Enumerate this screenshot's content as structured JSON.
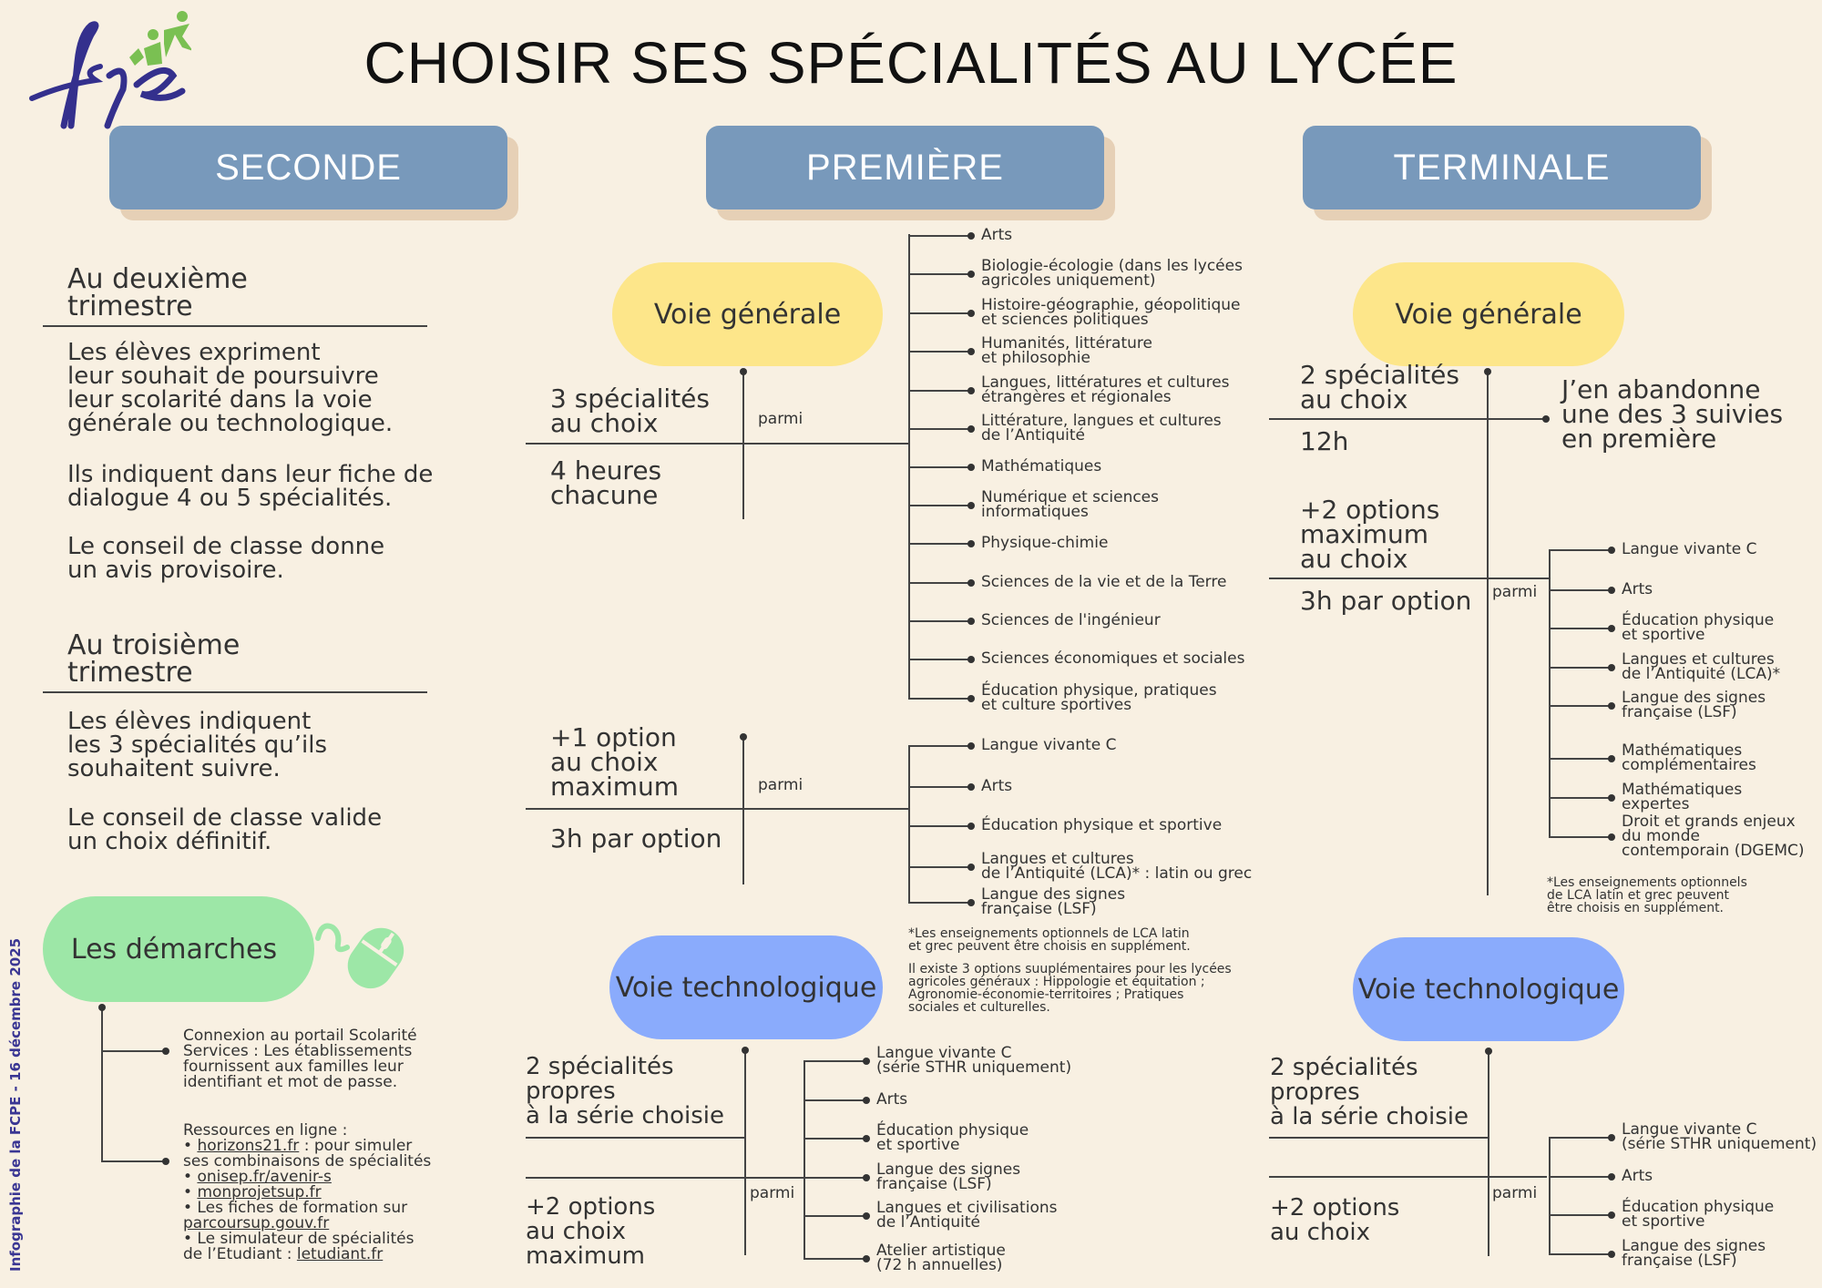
{
  "logo": {
    "text": "fcpe",
    "color": "#34308d",
    "accent": "#7ac052"
  },
  "title": "CHOISIR SES SPÉCIALITÉS AU LYCÉE",
  "side_caption": "Infographie de la FCPE - 16 décembre 2025",
  "colors": {
    "background": "#f8f0e2",
    "header": "#7899bb",
    "header_shadow": "#e6d0b6",
    "generale": "#fde68a",
    "technologique": "#8aabfc",
    "demarches": "#9de7a7"
  },
  "columns": {
    "seconde": {
      "header": "SECONDE",
      "t2_title": "Au deuxième\ntrimestre",
      "t2_p1": "Les élèves expriment\nleur souhait de poursuivre\nleur scolarité dans la voie\ngénérale ou technologique.",
      "t2_p2": "Ils indiquent dans leur fiche de\ndialogue 4 ou 5 spécialités.",
      "t2_p3": "Le conseil de classe donne\nun avis provisoire.",
      "t3_title": "Au troisième\ntrimestre",
      "t3_p1": "Les élèves indiquent\nles 3 spécialités qu’ils\nsouhaitent suivre.",
      "t3_p2": "Le conseil de classe valide\nun choix définitif.",
      "demarches": {
        "label": "Les démarches",
        "icon": "computer-mouse-icon",
        "item1": "Connexion au portail Scolarité Services : Les établissements fournissent aux familles leur identifiant et mot de passe.",
        "item2_title": "Ressources en ligne :",
        "links": [
          {
            "prefix": "• ",
            "link": "horizons21.fr",
            "suffix": " : pour simuler ses combinaisons de spécialités"
          },
          {
            "prefix": "• ",
            "link": "onisep.fr/avenir-s",
            "suffix": ""
          },
          {
            "prefix": "• ",
            "link": "monprojetsup.fr",
            "suffix": ""
          },
          {
            "prefix": "• Les fiches de formation sur ",
            "link": "parcoursup.gouv.fr",
            "suffix": ""
          },
          {
            "prefix": "• Le simulateur de spécialités de l’Etudiant : ",
            "link": "letudiant.fr",
            "suffix": ""
          }
        ]
      }
    },
    "premiere": {
      "header": "PREMIÈRE",
      "generale": {
        "label": "Voie générale",
        "spec_count": "3 spécialités\nau choix",
        "spec_hours": "4 heures\nchacune",
        "parmi": "parmi",
        "specialites": [
          "Arts",
          "Biologie-écologie (dans les lycées\nagricoles uniquement)",
          "Histoire-géographie, géopolitique\net sciences politiques",
          "Humanités, littérature\net philosophie",
          "Langues, littératures et cultures\nétrangères et régionales",
          "Littérature, langues et cultures\nde l’Antiquité",
          "Mathématiques",
          "Numérique et sciences\ninformatiques",
          "Physique-chimie",
          "Sciences de la vie et de la Terre",
          "Sciences de l'ingénieur",
          "Sciences économiques et sociales",
          "Éducation physique, pratiques\net culture sportives"
        ],
        "option_count": "+1 option\nau choix\nmaximum",
        "option_hours": "3h par option",
        "options_parmi": "parmi",
        "options": [
          "Langue vivante C",
          "Arts",
          "Éducation physique et sportive",
          "Langues et cultures\nde l’Antiquité (LCA)* : latin ou grec",
          "Langue des signes\nfrançaise (LSF)"
        ],
        "note1": "*Les enseignements optionnels de LCA latin\net grec peuvent être choisis en supplément.",
        "note2": "Il existe 3 options suuplémentaires pour les lycées\nagricoles généraux : Hippologie et équitation ;\nAgronomie-économie-territoires ; Pratiques\nsociales et culturelles."
      },
      "technologique": {
        "label": "Voie technologique",
        "spec_count": "2 spécialités\npropres\nà la série choisie",
        "option_count": "+2 options\nau choix\nmaximum",
        "parmi": "parmi",
        "options": [
          "Langue vivante C\n(série STHR uniquement)",
          "Arts",
          "Éducation physique\net sportive",
          "Langue des signes\nfrançaise (LSF)",
          "Langues et civilisations\nde l’Antiquité",
          "Atelier artistique\n(72 h annuelles)"
        ]
      }
    },
    "terminale": {
      "header": "TERMINALE",
      "generale": {
        "label": "Voie générale",
        "spec_count": "2 spécialités\nau choix",
        "spec_hours": "12h",
        "abandon": "J’en abandonne\nune des 3 suivies\nen première",
        "option_count": "+2 options\nmaximum\nau choix",
        "option_hours": "3h par option",
        "parmi": "parmi",
        "options": [
          "Langue vivante C",
          "Arts",
          "Éducation physique\net sportive",
          "Langues et cultures\nde l’Antiquité (LCA)*",
          "Langue des signes\nfrançaise (LSF)",
          "Mathématiques\ncomplémentaires",
          "Mathématiques\nexpertes",
          "Droit et grands enjeux\ndu monde\ncontemporain (DGEMC)"
        ],
        "note": "*Les enseignements optionnels\nde LCA latin et grec peuvent\nêtre choisis en supplément."
      },
      "technologique": {
        "label": "Voie technologique",
        "spec_count": "2 spécialités\npropres\nà la série choisie",
        "option_count": "+2 options\nau choix",
        "parmi": "parmi",
        "options": [
          "Langue vivante C\n(série STHR uniquement)",
          "Arts",
          "Éducation physique\net sportive",
          "Langue des signes\nfrançaise (LSF)"
        ]
      }
    }
  }
}
